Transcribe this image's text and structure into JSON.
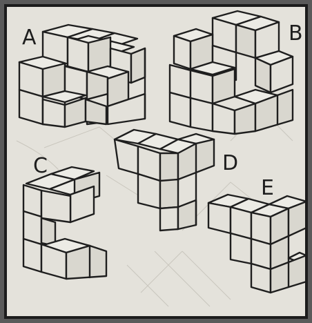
{
  "labels": {
    "a": "A",
    "b": "B",
    "c": "C",
    "d": "D",
    "e": "E"
  },
  "colors": {
    "paper": "#e4e2db",
    "ink": "#1e1e1e",
    "border": "#1c1c1c"
  }
}
